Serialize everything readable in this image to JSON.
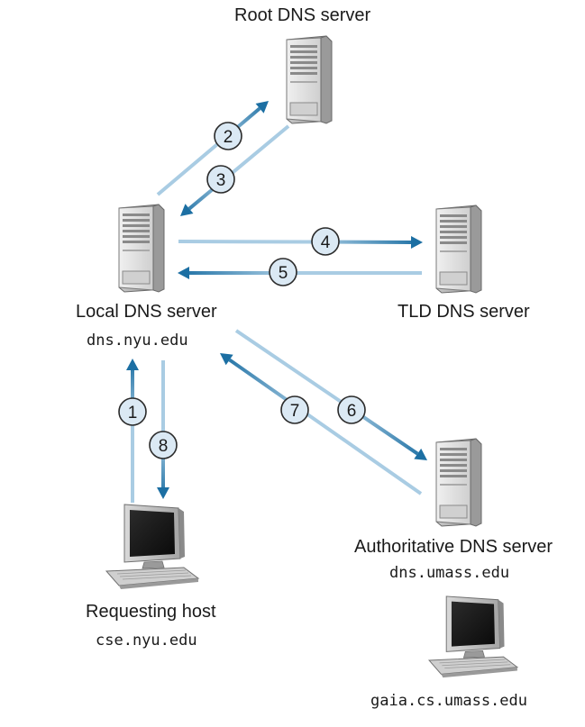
{
  "nodes": {
    "root": {
      "name": "Root DNS server"
    },
    "local": {
      "name": "Local DNS server",
      "host": "dns.nyu.edu"
    },
    "tld": {
      "name": "TLD DNS server"
    },
    "auth": {
      "name": "Authoritative DNS server",
      "host": "dns.umass.edu"
    },
    "client": {
      "name": "Requesting host",
      "host": "cse.nyu.edu"
    },
    "target": {
      "host": "gaia.cs.umass.edu"
    }
  },
  "steps": [
    "1",
    "2",
    "3",
    "4",
    "5",
    "6",
    "7",
    "8"
  ],
  "colors": {
    "arrow_dark": "#1c6fa3",
    "arrow_light": "#a9cce3",
    "badge_fill": "#dbe9f4",
    "badge_stroke": "#2a2a2a"
  },
  "icons": {
    "server": "server-tower-icon",
    "workstation": "desktop-computer-icon"
  }
}
